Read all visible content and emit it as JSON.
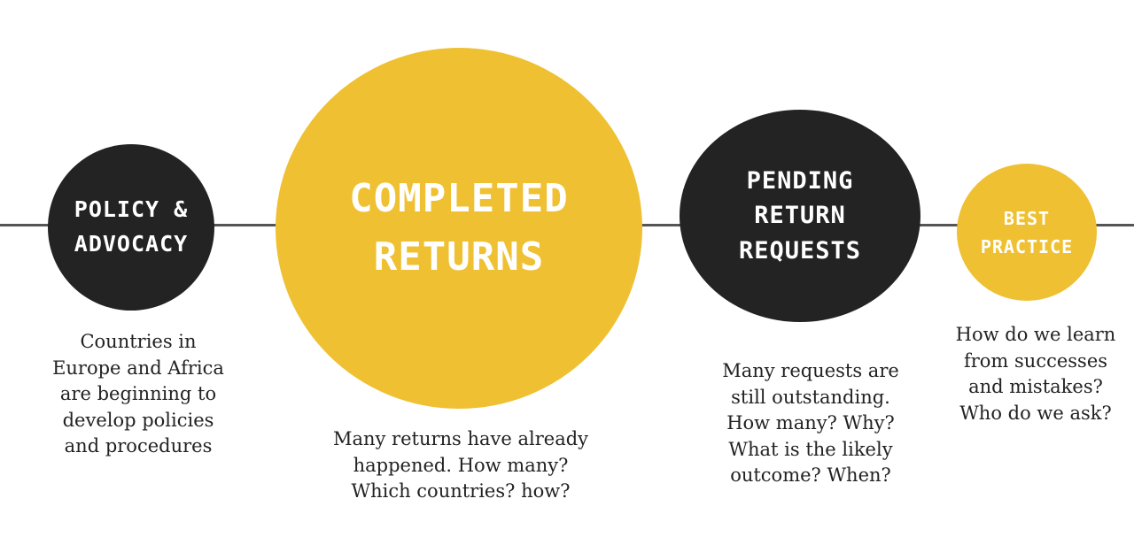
{
  "nodes": [
    {
      "label_lines": [
        "POLICY &",
        "ADVOCACY"
      ],
      "description_lines": [
        "Countries in",
        "Europe and Africa",
        "are beginning to",
        "develop policies",
        "and procedures"
      ]
    },
    {
      "label_lines": [
        "COMPLETED",
        "RETURNS"
      ],
      "description_lines": [
        "Many returns have already",
        "happened. How many?",
        "Which countries? how?"
      ]
    },
    {
      "label_lines": [
        "PENDING",
        "RETURN",
        "REQUESTS"
      ],
      "description_lines": [
        "Many requests are",
        "still outstanding.",
        "How many? Why?",
        "What is the likely",
        "outcome? When?"
      ]
    },
    {
      "label_lines": [
        "BEST",
        "PRACTICE"
      ],
      "description_lines": [
        "How do we learn",
        "from successes",
        "and mistakes?",
        "Who do we ask?"
      ]
    }
  ],
  "colors": {
    "dark": "#232323",
    "yellow": "#efc032",
    "line": "#555555",
    "text": "#222222"
  }
}
